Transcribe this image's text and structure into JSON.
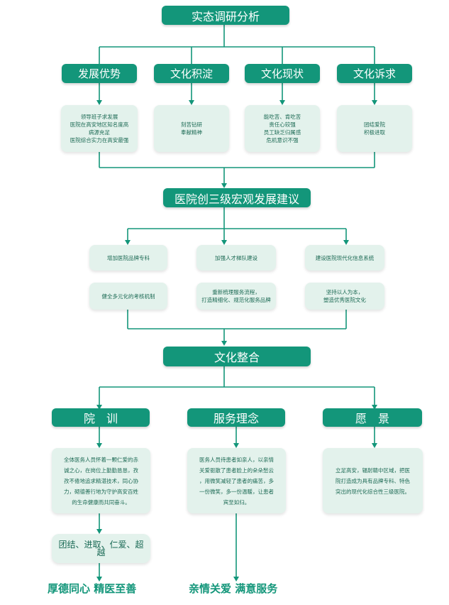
{
  "top": {
    "title": "实态调研分析"
  },
  "row1": [
    {
      "title": "发展优势",
      "lines": [
        "领导班子求发展",
        "医院在高安地区知名度高",
        "病源充足",
        "医院综合实力在高安最强"
      ]
    },
    {
      "title": "文化积淀",
      "lines": [
        "刻苦钻研",
        "奉献精神"
      ]
    },
    {
      "title": "文化现状",
      "lines": [
        "能吃苦、肯吃苦",
        "责任心较强",
        "员工缺乏归属感",
        "危机意识不强"
      ]
    },
    {
      "title": "文化诉求",
      "lines": [
        "团结爱院",
        "积极进取"
      ]
    }
  ],
  "middle": {
    "title": "医院创三级宏观发展建议"
  },
  "suggest_row1": [
    {
      "lines": [
        "增加医院品牌专科"
      ]
    },
    {
      "lines": [
        "加强人才梯队建设"
      ]
    },
    {
      "lines": [
        "建设医院现代化信息系统"
      ]
    }
  ],
  "suggest_row2": [
    {
      "lines": [
        "健全多元化的考核机制"
      ]
    },
    {
      "lines": [
        "重新梳理服务流程，",
        "打造精细化、规范化服务品牌"
      ]
    },
    {
      "lines": [
        "坚持以人为本，",
        "塑造优秀医院文化"
      ]
    }
  ],
  "culture": {
    "title": "文化整合"
  },
  "bottom": [
    {
      "title": "院　训",
      "lines": [
        "全体医务人员怀着一颗仁爱的赤",
        "诚之心，在岗位上勤勤恳恳，孜",
        "孜不倦地追求精湛技术，同心协",
        "力，砌德善行地为守护高安百姓",
        "的生命健康而共同奋斗。"
      ]
    },
    {
      "title": "服务理念",
      "lines": [
        "医务人员待患者如亲人，以亲情",
        "关爱驱散了患者脸上的朵朵愁云",
        "，用微笑减轻了患者的痛苦，多",
        "一份微笑，多一份温暖，让患者",
        "宾至如归。"
      ]
    },
    {
      "title": "愿　景",
      "lines": [
        "立足高安，辐射赣中区域，把医",
        "院打造成为具有品牌专科、特色",
        "突出的现代化综合性三级医院。"
      ]
    }
  ],
  "motto_values": "团结、进取、仁爱、超越",
  "slogans": [
    "厚德同心  精医至善",
    "亲情关爱  满意服务"
  ]
}
